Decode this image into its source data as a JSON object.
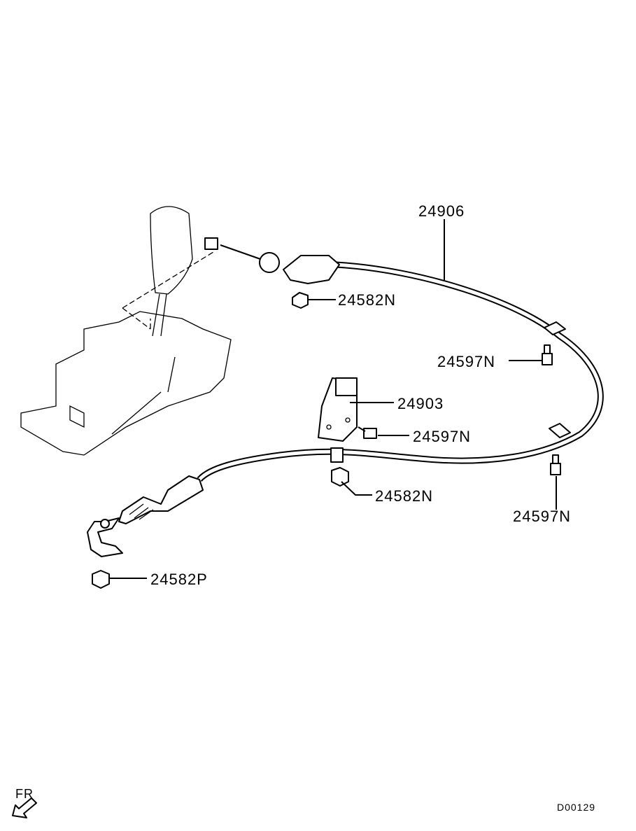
{
  "diagram": {
    "labels": {
      "cable": "24906",
      "nut_upper": "24582N",
      "bolt_right_upper": "24597N",
      "bracket": "24903",
      "bolt_bracket": "24597N",
      "nut_lower": "24582N",
      "bolt_right_lower": "24597N",
      "nut_transmission": "24582P"
    },
    "direction_label": "FR",
    "drawing_code": "D00129"
  }
}
